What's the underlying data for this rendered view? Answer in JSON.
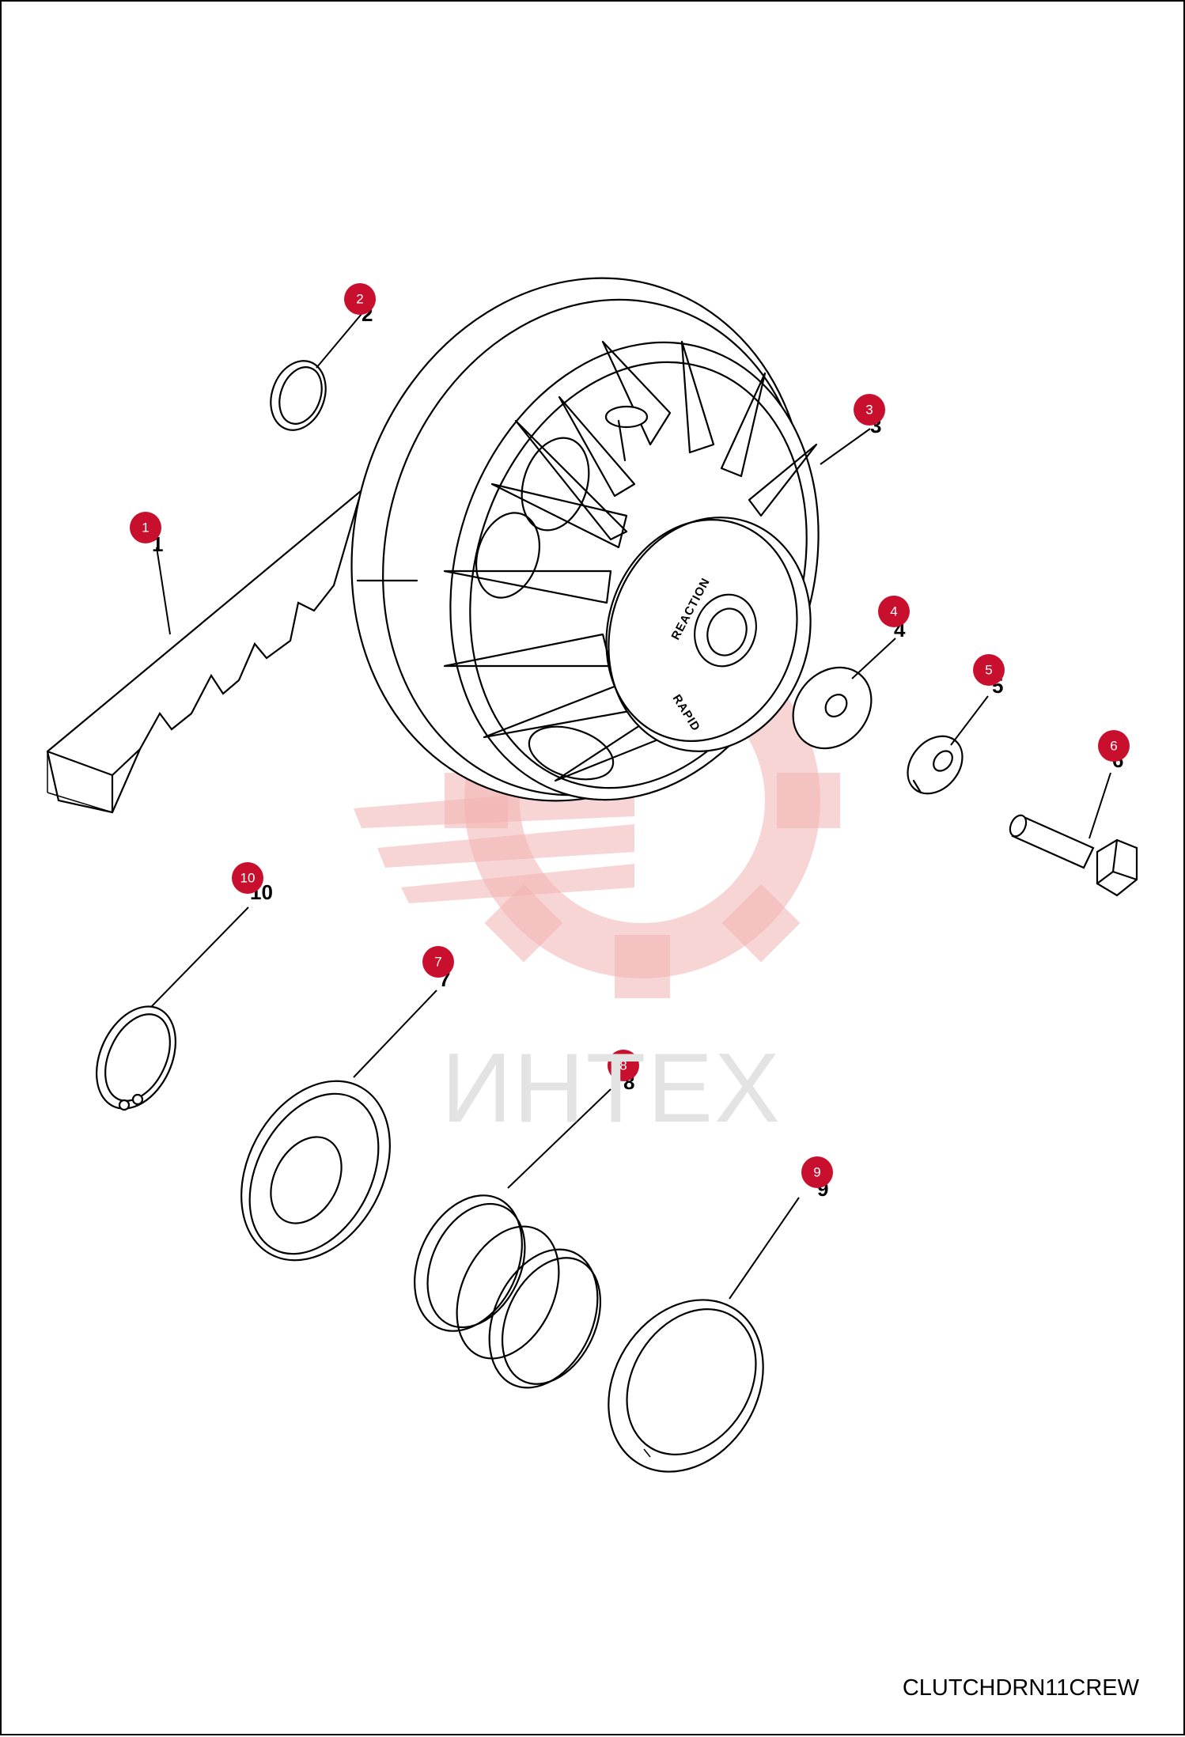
{
  "watermark": {
    "text": "ИНТЕХ"
  },
  "drawing_code": "CLUTCHDRN11CREW",
  "hub_labels": [
    "REACTION",
    "RAPID"
  ],
  "callouts": [
    {
      "id": 1,
      "label": "1"
    },
    {
      "id": 2,
      "label": "2"
    },
    {
      "id": 3,
      "label": "3"
    },
    {
      "id": 4,
      "label": "4"
    },
    {
      "id": 5,
      "label": "5"
    },
    {
      "id": 6,
      "label": "6"
    },
    {
      "id": 7,
      "label": "7"
    },
    {
      "id": 8,
      "label": "8"
    },
    {
      "id": 9,
      "label": "9"
    },
    {
      "id": 10,
      "label": "10"
    }
  ],
  "colors": {
    "callout": "#c8102e",
    "watermark": "#f3b3b3",
    "ink": "#000000"
  }
}
